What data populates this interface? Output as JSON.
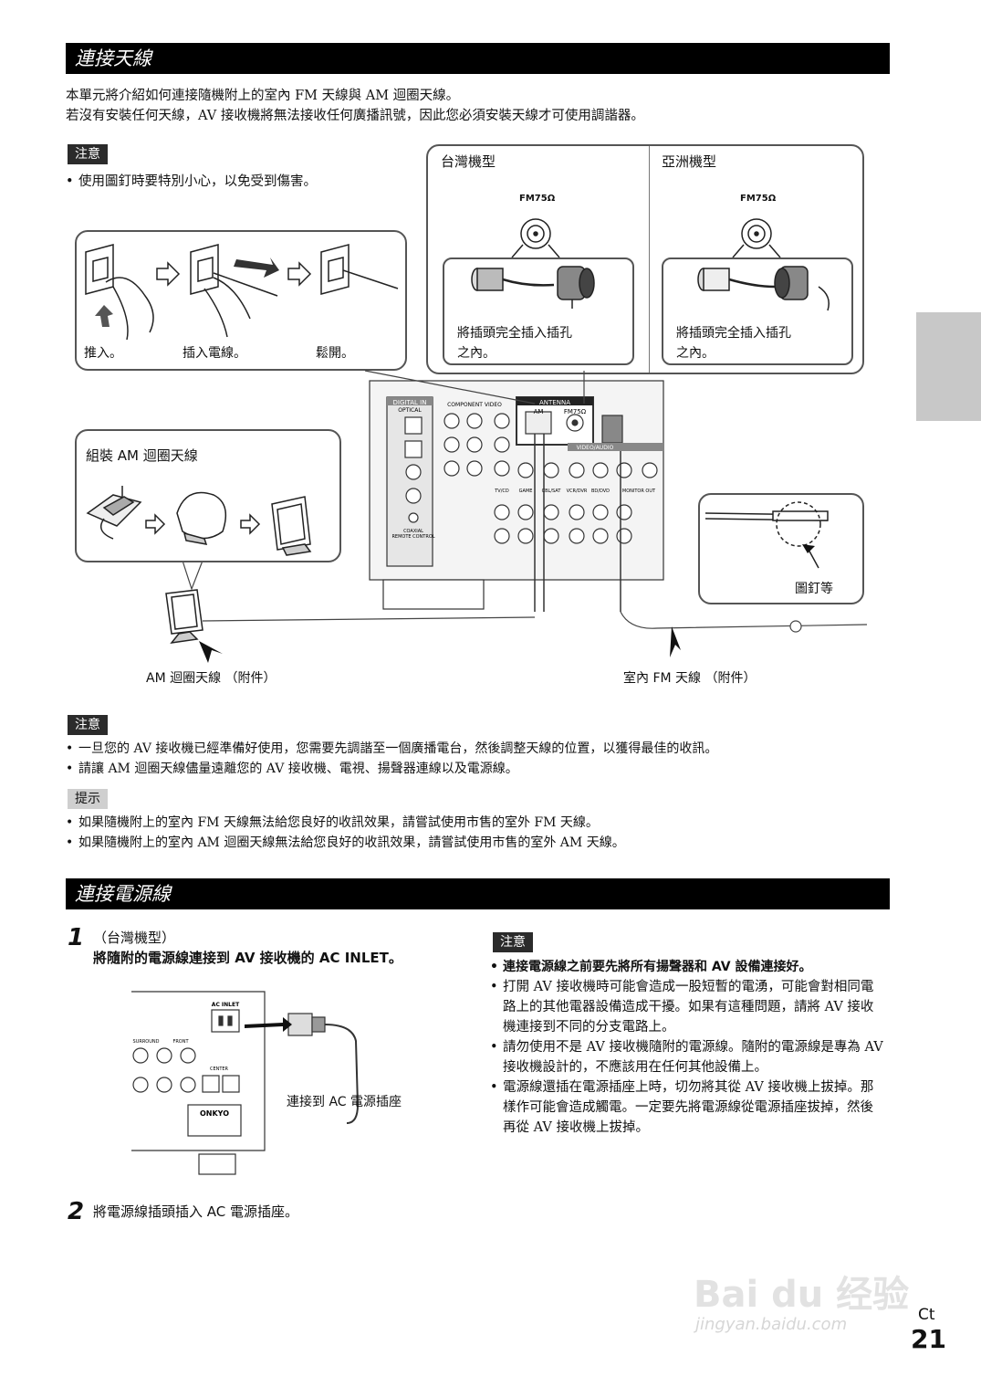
{
  "section1": {
    "title": "連接天線",
    "intro": [
      "本單元將介紹如何連接隨機附上的室內 FM 天線與 AM 迴圈天線。",
      "若沒有安裝任何天線，AV 接收機將無法接收任何廣播訊號，因此您必須安裝天線才可使用調諧器。"
    ],
    "caution_tag": "注意",
    "caution_text": "使用圖釘時要特別小心，以免受到傷害。"
  },
  "diagram": {
    "taiwan_model": "台灣機型",
    "asia_model": "亞洲機型",
    "fm75": "FM75Ω",
    "plug_note_line1": "將插頭完全插入插孔",
    "plug_note_line2": "之內。",
    "step_push": "推入。",
    "step_insert": "插入電線。",
    "step_release": "鬆開。",
    "assemble_am": "組裝 AM 迴圈天線",
    "pins": "圖釘等",
    "am_antenna": "AM 迴圈天線 （附件）",
    "fm_antenna": "室內 FM 天線 （附件）",
    "panel_antenna": "ANTENNA",
    "panel_am": "AM",
    "panel_fm": "FM75Ω",
    "panel_digital_in": "DIGITAL IN",
    "panel_component_video": "COMPONENT VIDEO",
    "panel_video_audio": "VIDEO/AUDIO",
    "panel_inputs": [
      "TV/CD",
      "GAME",
      "CBL/SAT",
      "VCR/DVR",
      "BD/DVD",
      "MONITOR OUT"
    ],
    "panel_remote_control": "REMOTE CONTROL",
    "panel_optical": "OPTICAL",
    "panel_coaxial": "COAXIAL"
  },
  "notes": {
    "caution_tag": "注意",
    "caution_items": [
      "一旦您的 AV 接收機已經準備好使用，您需要先調諧至一個廣播電台，然後調整天線的位置，以獲得最佳的收訊。",
      "請讓 AM 迴圈天線儘量遠離您的 AV 接收機、電視、揚聲器連線以及電源線。"
    ],
    "tip_tag": "提示",
    "tip_items": [
      "如果隨機附上的室內 FM 天線無法給您良好的收訊效果，請嘗試使用市售的室外 FM 天線。",
      "如果隨機附上的室內 AM 迴圈天線無法給您良好的收訊效果，請嘗試使用市售的室外 AM 天線。"
    ]
  },
  "section2": {
    "title": "連接電源線",
    "step1_num": "1",
    "step1_model": "（台灣機型）",
    "step1_text": "將隨附的電源線連接到 AV 接收機的 AC INLET。",
    "ac_inlet_label": "AC INLET",
    "connect_label": "連接到 AC 電源插座",
    "panel_center": "CENTER",
    "panel_front": "FRONT",
    "panel_surround": "SURROUND",
    "panel_brand": "ONKYO",
    "step2_num": "2",
    "step2_text": "將電源線插頭插入 AC 電源插座。",
    "caution_tag": "注意",
    "caution_items": [
      "連接電源線之前要先將所有揚聲器和 AV 設備連接好。",
      "打開 AV 接收機時可能會造成一股短暫的電湧，可能會對相同電路上的其他電器設備造成干擾。如果有這種問題，請將 AV 接收機連接到不同的分支電路上。",
      "請勿使用不是 AV 接收機隨附的電源線。隨附的電源線是專為 AV 接收機設計的，不應該用在任何其他設備上。",
      "電源線還插在電源插座上時，切勿將其從 AV 接收機上拔掉。那樣作可能會造成觸電。一定要先將電源線從電源插座拔掉，然後再從 AV 接收機上拔掉。"
    ]
  },
  "footer": {
    "lang": "Ct",
    "page": "21",
    "watermark_line1": "Bai du 经验",
    "watermark_line2": "jingyan.baidu.com"
  }
}
